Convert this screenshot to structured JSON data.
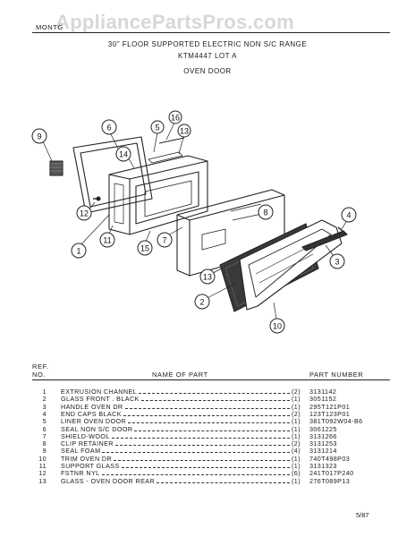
{
  "watermark": "AppliancePartsPros.com",
  "header": {
    "brand": "MONTG",
    "title_line1": "30\" FLOOR SUPPORTED ELECTRIC NON S/C RANGE",
    "title_line2": "KTM4447 LOT A",
    "section": "OVEN DOOR"
  },
  "callouts": [
    "1",
    "2",
    "3",
    "4",
    "5",
    "6",
    "7",
    "8",
    "9",
    "10",
    "11",
    "12",
    "13",
    "14",
    "15",
    "16"
  ],
  "table": {
    "header_ref": "REF.",
    "header_no": "NO.",
    "header_name": "NAME OF PART",
    "header_part": "PART NUMBER",
    "rows": [
      {
        "ref": "1",
        "name": "EXTRUSION CHANNEL",
        "qty": "(2)",
        "part": "3131142"
      },
      {
        "ref": "2",
        "name": "GLASS FRONT . BLACK",
        "qty": "(1)",
        "part": "3051152"
      },
      {
        "ref": "3",
        "name": "HANDLE OVEN DR",
        "qty": "(1)",
        "part": "295T121P01"
      },
      {
        "ref": "4",
        "name": "END CAPS BLACK",
        "qty": "(2)",
        "part": "123T123P01"
      },
      {
        "ref": "5",
        "name": "LINER OVEN DOOR",
        "qty": "(1)",
        "part": "381T092W04-B6"
      },
      {
        "ref": "6",
        "name": "SEAL NON S/C DOOR",
        "qty": "(1)",
        "part": "3061225"
      },
      {
        "ref": "7",
        "name": "SHIELD-WOOL",
        "qty": "(1)",
        "part": "3131266"
      },
      {
        "ref": "8",
        "name": "CLIP RETAINER",
        "qty": "(2)",
        "part": "3131253"
      },
      {
        "ref": "9",
        "name": "SEAL FOAM",
        "qty": "(4)",
        "part": "3131214"
      },
      {
        "ref": "10",
        "name": "TRIM OVEN DR",
        "qty": "(1)",
        "part": "740T498P03"
      },
      {
        "ref": "11",
        "name": "SUPPORT GLASS",
        "qty": "(1)",
        "part": "3131323"
      },
      {
        "ref": "12",
        "name": "FSTNR NYL",
        "qty": "(6)",
        "part": "241T017P240"
      },
      {
        "ref": "13",
        "name": "GLASS - OVEN DOOR REAR",
        "qty": "(1)",
        "part": "276T089P13"
      }
    ]
  },
  "footer": "5/87"
}
